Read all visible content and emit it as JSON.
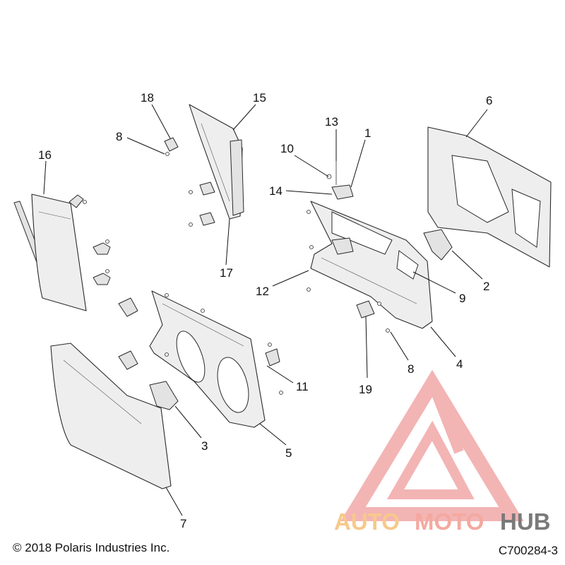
{
  "footer": {
    "copyright": "© 2018 Polaris Industries Inc.",
    "figure_id": "C700284-3"
  },
  "watermark": {
    "text": "AUTOMOTOHUB",
    "color_accent": "#f4b6b6",
    "color_letters": "#f7c98a",
    "color_hub": "#7a7a7a"
  },
  "callouts": [
    "1",
    "2",
    "3",
    "4",
    "5",
    "6",
    "7",
    "8",
    "8",
    "9",
    "10",
    "11",
    "12",
    "13",
    "14",
    "15",
    "16",
    "17",
    "18",
    "19"
  ]
}
